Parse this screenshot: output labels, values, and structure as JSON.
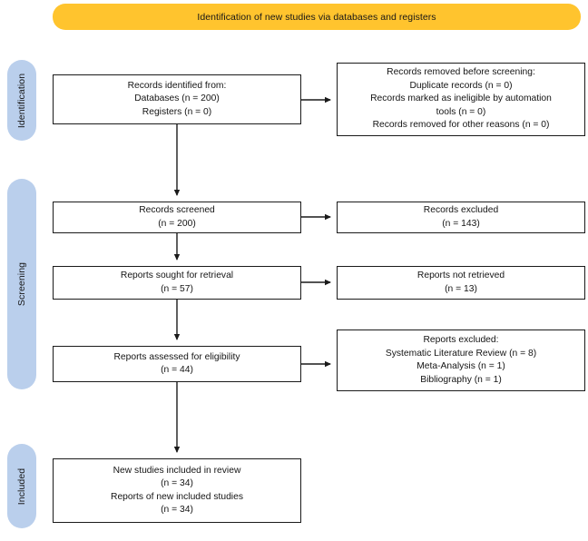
{
  "banner": {
    "title": "Identification of new studies via databases and registers",
    "color": "#FFC42E"
  },
  "stage_pills": {
    "color": "#BACFEC",
    "items": [
      {
        "id": "identification",
        "label": "Identification"
      },
      {
        "id": "screening",
        "label": "Screening"
      },
      {
        "id": "included",
        "label": "Included"
      }
    ]
  },
  "chart_data": {
    "type": "diagram",
    "title": "Identification of new studies via databases and registers",
    "diagram_kind": "PRISMA 2020 flow diagram",
    "stages": [
      "Identification",
      "Screening",
      "Included"
    ],
    "nodes": [
      {
        "id": "identified",
        "stage": "Identification",
        "column": "left",
        "lines": [
          "Records identified from:",
          "Databases (n = 200)",
          "Registers (n = 0)"
        ],
        "values": {
          "Databases": 200,
          "Registers": 0
        }
      },
      {
        "id": "removed",
        "stage": "Identification",
        "column": "right",
        "lines": [
          "Records removed before screening:",
          "Duplicate records (n = 0)",
          "Records marked as ineligible by automation",
          "tools (n = 0)",
          "Records removed for other reasons (n = 0)"
        ],
        "values": {
          "Duplicate records": 0,
          "Records marked as ineligible by automation tools": 0,
          "Records removed for other reasons": 0
        }
      },
      {
        "id": "screened",
        "stage": "Screening",
        "column": "left",
        "lines": [
          "Records screened",
          "(n = 200)"
        ],
        "values": {
          "Records screened": 200
        }
      },
      {
        "id": "excluded",
        "stage": "Screening",
        "column": "right",
        "lines": [
          "Records excluded",
          "(n = 143)"
        ],
        "values": {
          "Records excluded": 143
        }
      },
      {
        "id": "sought",
        "stage": "Screening",
        "column": "left",
        "lines": [
          "Reports sought for retrieval",
          "(n = 57)"
        ],
        "values": {
          "Reports sought for retrieval": 57
        }
      },
      {
        "id": "not-retrieved",
        "stage": "Screening",
        "column": "right",
        "lines": [
          "Reports not retrieved",
          "(n = 13)"
        ],
        "values": {
          "Reports not retrieved": 13
        }
      },
      {
        "id": "assessed",
        "stage": "Screening",
        "column": "left",
        "lines": [
          "Reports assessed for eligibility",
          "(n = 44)"
        ],
        "values": {
          "Reports assessed for eligibility": 44
        }
      },
      {
        "id": "reports-excluded",
        "stage": "Screening",
        "column": "right",
        "lines": [
          "Reports excluded:",
          "Systematic Literature Review (n = 8)",
          "Meta-Analysis (n = 1)",
          "Bibliography (n = 1)"
        ],
        "values": {
          "Systematic Literature Review": 8,
          "Meta-Analysis": 1,
          "Bibliography": 1
        }
      },
      {
        "id": "new-studies-included",
        "stage": "Included",
        "column": "left",
        "lines": [
          "New studies included in review",
          "(n = 34)",
          "Reports of new included studies",
          "(n = 34)"
        ],
        "values": {
          "New studies included in review": 34,
          "Reports of new included studies": 34
        }
      }
    ],
    "edges": [
      {
        "from": "identified",
        "to": "removed",
        "direction": "right"
      },
      {
        "from": "identified",
        "to": "screened",
        "direction": "down"
      },
      {
        "from": "screened",
        "to": "excluded",
        "direction": "right"
      },
      {
        "from": "screened",
        "to": "sought",
        "direction": "down"
      },
      {
        "from": "sought",
        "to": "not-retrieved",
        "direction": "right"
      },
      {
        "from": "sought",
        "to": "assessed",
        "direction": "down"
      },
      {
        "from": "assessed",
        "to": "reports-excluded",
        "direction": "right"
      },
      {
        "from": "assessed",
        "to": "new-studies-included",
        "direction": "down"
      }
    ]
  },
  "boxes": {
    "identified": {
      "l0": "Records identified from:",
      "l1": "Databases (n = 200)",
      "l2": "Registers (n = 0)"
    },
    "removed": {
      "l0": "Records removed before screening:",
      "l1": "Duplicate records (n = 0)",
      "l2": "Records marked as ineligible by automation",
      "l3": "tools (n = 0)",
      "l4": "Records removed for other reasons (n = 0)"
    },
    "screened": {
      "l0": "Records screened",
      "l1": "(n = 200)"
    },
    "excluded": {
      "l0": "Records excluded",
      "l1": "(n = 143)"
    },
    "sought": {
      "l0": "Reports sought for retrieval",
      "l1": "(n = 57)"
    },
    "not_retrieved": {
      "l0": "Reports not retrieved",
      "l1": "(n = 13)"
    },
    "assessed": {
      "l0": "Reports assessed for eligibility",
      "l1": "(n = 44)"
    },
    "reports_excluded": {
      "l0": "Reports excluded:",
      "l1": "Systematic Literature Review (n = 8)",
      "l2": "Meta-Analysis (n = 1)",
      "l3": "Bibliography (n = 1)"
    },
    "included": {
      "l0": "New studies included in review",
      "l1": "(n = 34)",
      "l2": "Reports of new included studies",
      "l3": "(n = 34)"
    }
  }
}
